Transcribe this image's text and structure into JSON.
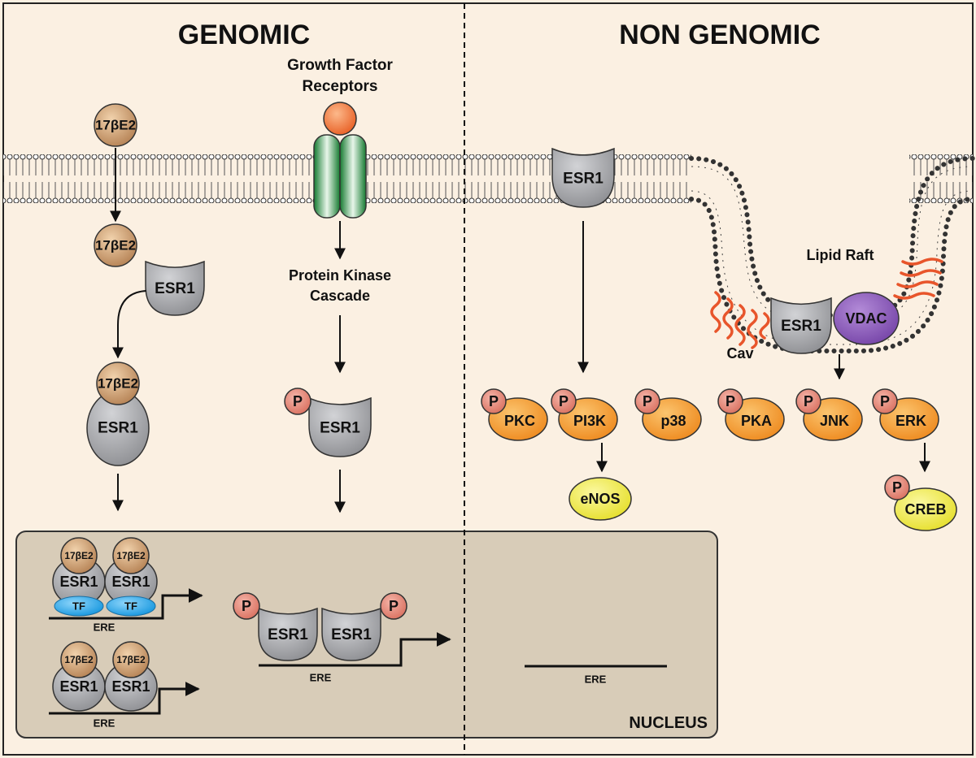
{
  "sections": {
    "genomic": "GENOMIC",
    "non_genomic": "NON GENOMIC"
  },
  "labels": {
    "growth_factor_line1": "Growth Factor",
    "growth_factor_line2": "Receptors",
    "pk_line1": "Protein Kinase",
    "pk_line2": "Cascade",
    "lipid_raft": "Lipid Raft",
    "cav": "Cav",
    "nucleus": "NUCLEUS",
    "ere": "ERE"
  },
  "molecules": {
    "e2": "17βE2",
    "esr1": "ESR1",
    "p": "P",
    "tf": "TF",
    "vdac": "VDAC",
    "enos": "eNOS",
    "creb": "CREB"
  },
  "kinases": [
    "PKC",
    "PI3K",
    "p38",
    "PKA",
    "JNK",
    "ERK"
  ],
  "colors": {
    "background": "#fbf0e2",
    "nucleus": "#d8ccb8",
    "hormone": "#c99a68",
    "receptor": "#a8a9ad",
    "kinase": "#f29a2e",
    "phospho": "#e08070",
    "tf": "#2aa7e8",
    "vdac": "#8b5bb8",
    "product": "#f4ef50",
    "growth_receptor": "#27a146",
    "ligand": "#f27a3a",
    "caveolin": "#e8552b"
  }
}
